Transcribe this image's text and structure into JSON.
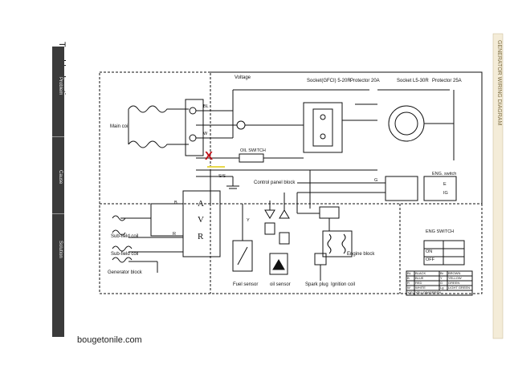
{
  "sidebar": {
    "title": "Troubleshooting",
    "tabs": [
      {
        "label": "Problem"
      },
      {
        "label": "Cause"
      },
      {
        "label": "Solution"
      }
    ]
  },
  "diagram": {
    "top_labels": {
      "voltage": "Voltage",
      "socket_left": "Socket(GFCI) 5-20R",
      "protector_left": "Protector 20A",
      "socket_right": "Socket L5-30R",
      "protector_right": "Protector 25A"
    },
    "left_labels": {
      "main_coil": "Main coil",
      "sub_coil": "Sub-field coil",
      "sub_field_coil": "Sub-field coil",
      "generator_block": "Generator block"
    },
    "mid_labels": {
      "oil_switch": "OIL SWITCH",
      "ss": "S/S",
      "control_panel_block": "Control panel block",
      "fuel_sensor": "Fuel sensor",
      "oil_sensor": "oil sensor",
      "spark_plug": "Spark plug",
      "ignition_coil": "Ignition coil",
      "engine_block": "Engine block",
      "eng_switch_top": "ENG. switch",
      "eng_switch_box": "ENG SWITCH",
      "avr_letters": [
        "A",
        "V",
        "R"
      ],
      "red_x": "X"
    },
    "wire_tags": {
      "bl": "BL",
      "w": "W",
      "b": "B",
      "y": "Y",
      "g": "G",
      "r": "R",
      "e": "E",
      "ig": "IG",
      "on": "ON",
      "off": "OFF"
    },
    "legend": [
      {
        "code": "BL",
        "name": "BLACK",
        "code2": "Br",
        "name2": "BROWN"
      },
      {
        "code": "B",
        "name": "BLUE",
        "code2": "Y",
        "name2": "YELLOW"
      },
      {
        "code": "R",
        "name": "RED",
        "code2": "G",
        "name2": "GREEN"
      },
      {
        "code": "W",
        "name": "WHITE",
        "code2": "Lg",
        "name2": "LIGHT GREEN"
      },
      {
        "code": "Y/G",
        "name": "YELLOW/GREEN",
        "code2": "",
        "name2": ""
      }
    ],
    "right_edge_text": "GENERATOR WIRING DIAGRAM"
  },
  "footer": {
    "watermark": "bougetonile.com"
  },
  "colors": {
    "sidebar_bg": "#3b3b3b",
    "sidebar_text": "#f2f2f2",
    "line": "#111111",
    "red_x": "#c0141c",
    "yellow_marker": "#e8d84a"
  }
}
